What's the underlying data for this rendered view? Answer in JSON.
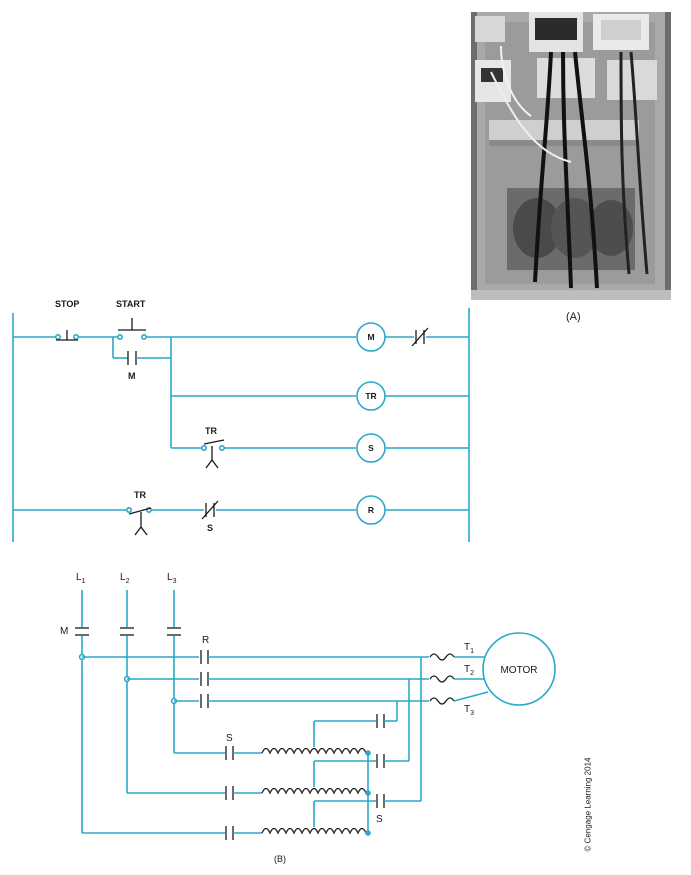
{
  "photo": {
    "caption": "(A)",
    "description_icon": "motor-starter-panel-photo"
  },
  "control_circuit": {
    "labels": {
      "stop": "STOP",
      "start": "START",
      "m_contact": "M",
      "tr_contact1": "TR",
      "tr_contact2": "TR",
      "s_contact": "S"
    },
    "coils": {
      "m": "M",
      "tr": "TR",
      "s": "S",
      "r": "R"
    }
  },
  "power_circuit": {
    "lines": {
      "l1": "L",
      "l1_sub": "1",
      "l2": "L",
      "l2_sub": "2",
      "l3": "L",
      "l3_sub": "3"
    },
    "labels": {
      "m": "M",
      "r": "R",
      "s_top": "S",
      "s_bottom": "S"
    },
    "terminals": {
      "t1": "T",
      "t1_sub": "1",
      "t2": "T",
      "t2_sub": "2",
      "t3": "T",
      "t3_sub": "3"
    },
    "motor": "MOTOR",
    "caption": "(B)"
  },
  "copyright": "© Cengage Learning 2014",
  "colors": {
    "wire": "#2aa9c9",
    "ink": "#1a1a1a"
  }
}
